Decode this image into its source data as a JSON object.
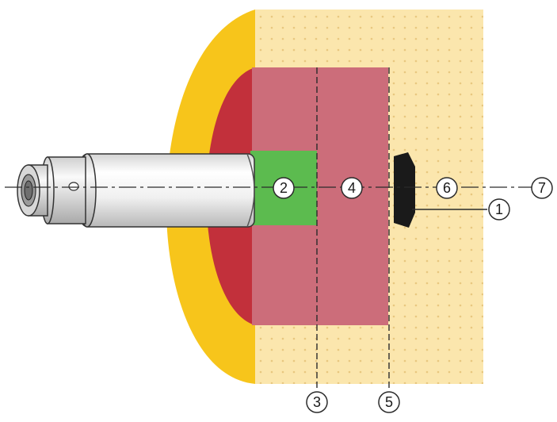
{
  "callouts": {
    "c1": "1",
    "c2": "2",
    "c3": "3",
    "c4": "4",
    "c5": "5",
    "c6": "6",
    "c7": "7"
  },
  "colors": {
    "yellow_zone": "#f7c51b",
    "dotted_zone": "#fbe6ad",
    "dot": "#e8c77f",
    "red_zone": "#c2303b",
    "pink_zone": "#cc6d7a",
    "green_zone": "#5cbb4f",
    "target": "#1a1a1a",
    "sensor_body": "#f2f2f2",
    "outline": "#333333"
  },
  "icons": {
    "sensor": "cylindrical-sensor-icon",
    "target": "target-object-icon"
  }
}
